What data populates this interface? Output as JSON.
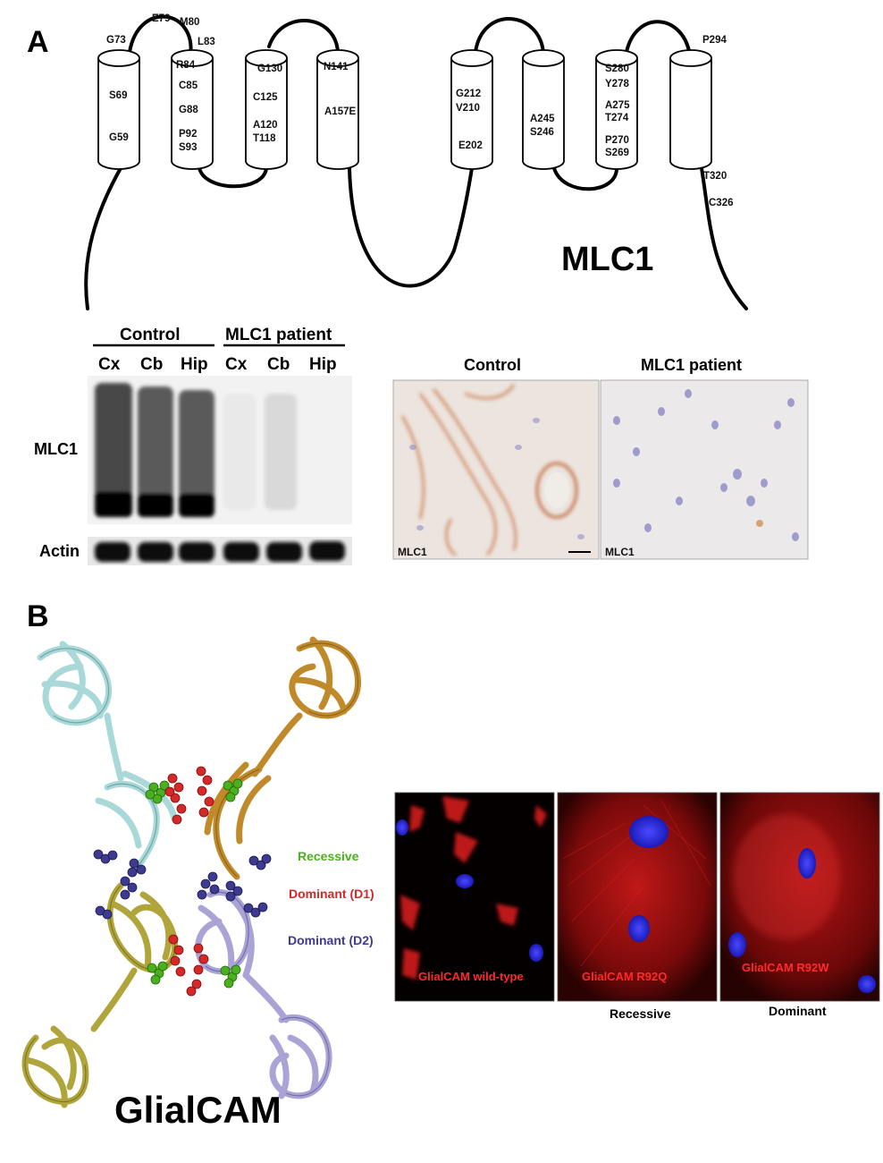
{
  "panel_a": {
    "letter": "A",
    "protein_label": "MLC1",
    "residues": [
      "G73",
      "E79",
      "M80",
      "L83",
      "R84",
      "C85",
      "G88",
      "P92",
      "S93",
      "S69",
      "G59",
      "G130",
      "C125",
      "A120",
      "T118",
      "N141",
      "A157E",
      "G212",
      "V210",
      "E202",
      "A245",
      "S246",
      "S280",
      "Y278",
      "A275",
      "T274",
      "P270",
      "S269",
      "P294",
      "T320",
      "C326"
    ],
    "western": {
      "group_control": "Control",
      "group_patient": "MLC1 patient",
      "lanes": [
        "Cx",
        "Cb",
        "Hip",
        "Cx",
        "Cb",
        "Hip"
      ],
      "row_mlc1": "MLC1",
      "row_actin": "Actin"
    },
    "ihc": {
      "title_control": "Control",
      "title_patient": "MLC1 patient",
      "stain_control": "MLC1",
      "stain_patient": "MLC1"
    }
  },
  "panel_b": {
    "letter": "B",
    "protein_label": "GlialCAM",
    "legend": [
      {
        "label": "Recessive",
        "color": "#4caf1f"
      },
      {
        "label": "Dominant (D1)",
        "color": "#d62828"
      },
      {
        "label": "Dominant (D2)",
        "color": "#3d3a8f"
      }
    ],
    "images": [
      "GlialCAM wild-type",
      "GlialCAM R92Q",
      "GlialCAM R92W"
    ],
    "captions": [
      "Recessive",
      "Dominant"
    ]
  },
  "colors": {
    "cyan_ribbon": "#a8d8d8",
    "gold_ribbon": "#c08a2a",
    "olive_ribbon": "#b0a53a",
    "lavender_ribbon": "#a9a3d6",
    "if_red": "#ff2020",
    "nucleus_blue": "#2a2aff"
  }
}
